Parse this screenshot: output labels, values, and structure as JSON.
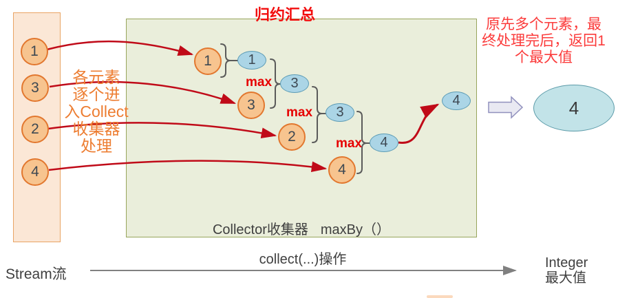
{
  "diagram_title": "归约汇总",
  "stream_column": {
    "label": "Stream流",
    "values": [
      "1",
      "3",
      "2",
      "4"
    ]
  },
  "left_annotation": {
    "lines": [
      "各元素",
      "逐个进",
      "入Collect",
      "收集器",
      "处理"
    ]
  },
  "right_annotation": {
    "lines": [
      "原先多个元素，最",
      "终处理完后，返回1",
      "个最大值"
    ]
  },
  "collector": {
    "name_label": "Collector收集器",
    "function_label": "maxBy（）",
    "max_label": "max",
    "inputs": [
      "1",
      "3",
      "2",
      "4"
    ],
    "accumulators": [
      "1",
      "3",
      "3",
      "4"
    ],
    "final_accumulator": "4"
  },
  "result": {
    "value": "4",
    "type_label": "Integer",
    "desc_label": "最大值"
  },
  "flow": {
    "operation_label": "collect(...)操作"
  },
  "colors": {
    "stream_box_fill": "#fbe7d6",
    "stream_box_border": "#e9a464",
    "element_fill": "#f7c48f",
    "element_border": "#e2772e",
    "accumulator_fill": "#abd5e6",
    "accumulator_border": "#5b9bb5",
    "collector_box_fill": "#eaeedb",
    "collector_box_border": "#97a55b",
    "result_fill": "#c2e3e8",
    "result_border": "#5a9aa8",
    "arrow_red": "#c00a18",
    "max_red": "#e60000",
    "title_red": "#f20d0d",
    "annotation_red": "#fb3b3b",
    "annotation_orange": "#ed7d31",
    "gray_arrow": "#808080",
    "text_dark": "#3f3f3f"
  }
}
